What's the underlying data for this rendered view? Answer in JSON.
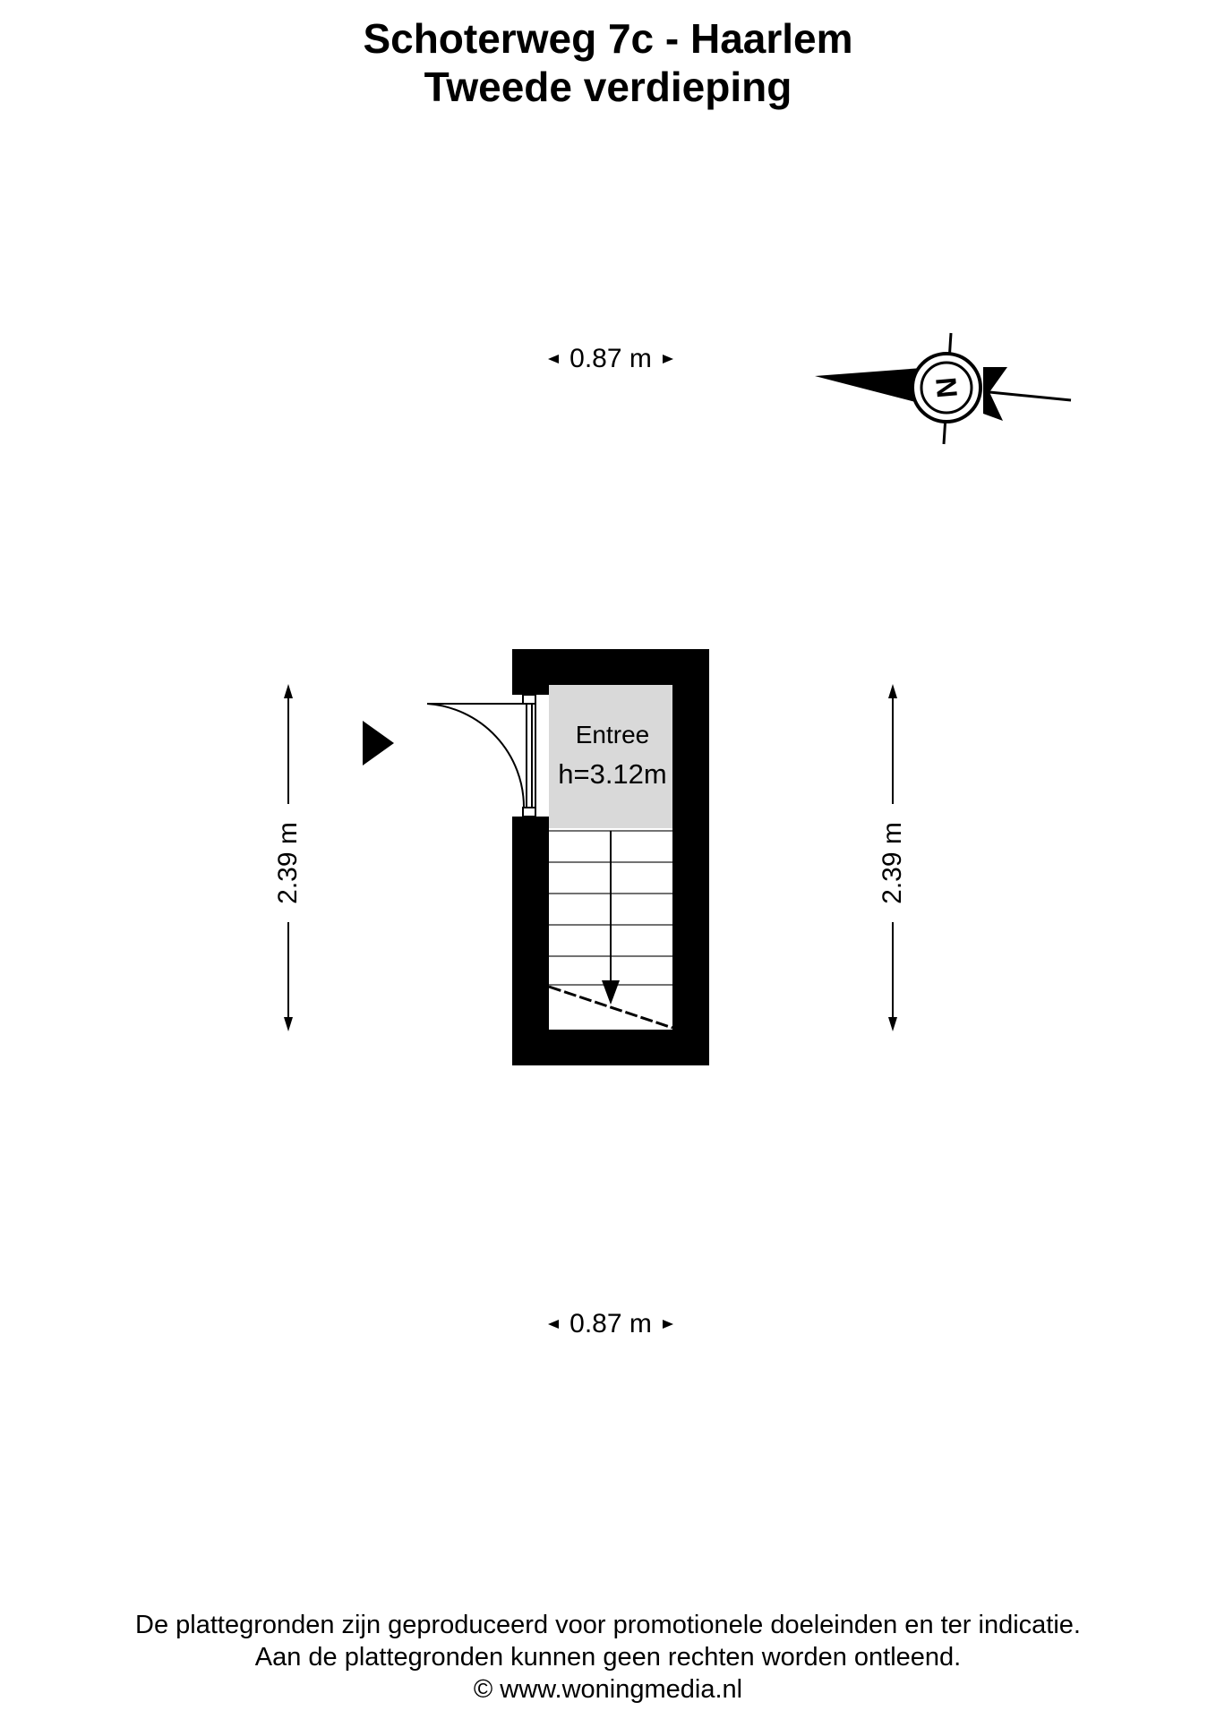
{
  "header": {
    "title": "Schoterweg 7c - Haarlem",
    "subtitle": "Tweede verdieping"
  },
  "dimensions": {
    "top_width": "0.87 m",
    "bottom_width": "0.87 m",
    "left_height": "2.39 m",
    "right_height": "2.39 m"
  },
  "room": {
    "name": "Entree",
    "height": "h=3.12m"
  },
  "compass": {
    "letter": "N"
  },
  "footer": {
    "line1": "De plattegronden zijn geproduceerd voor promotionele doeleinden en ter indicatie.",
    "line2": "Aan de plattegronden kunnen geen rechten worden ontleend.",
    "line3": "© www.woningmedia.nl"
  },
  "colors": {
    "wall": "#000000",
    "floor": "#d9d9d9",
    "background": "#ffffff"
  }
}
